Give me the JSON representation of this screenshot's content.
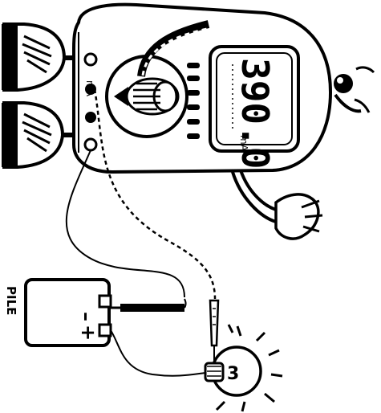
{
  "battery": {
    "label": "PILE",
    "minus": "–",
    "plus": "+"
  },
  "multimeter": {
    "display_value": "390.0",
    "display_unit": "mA",
    "jack_label": "mA"
  },
  "bulb": {
    "number": "3"
  }
}
